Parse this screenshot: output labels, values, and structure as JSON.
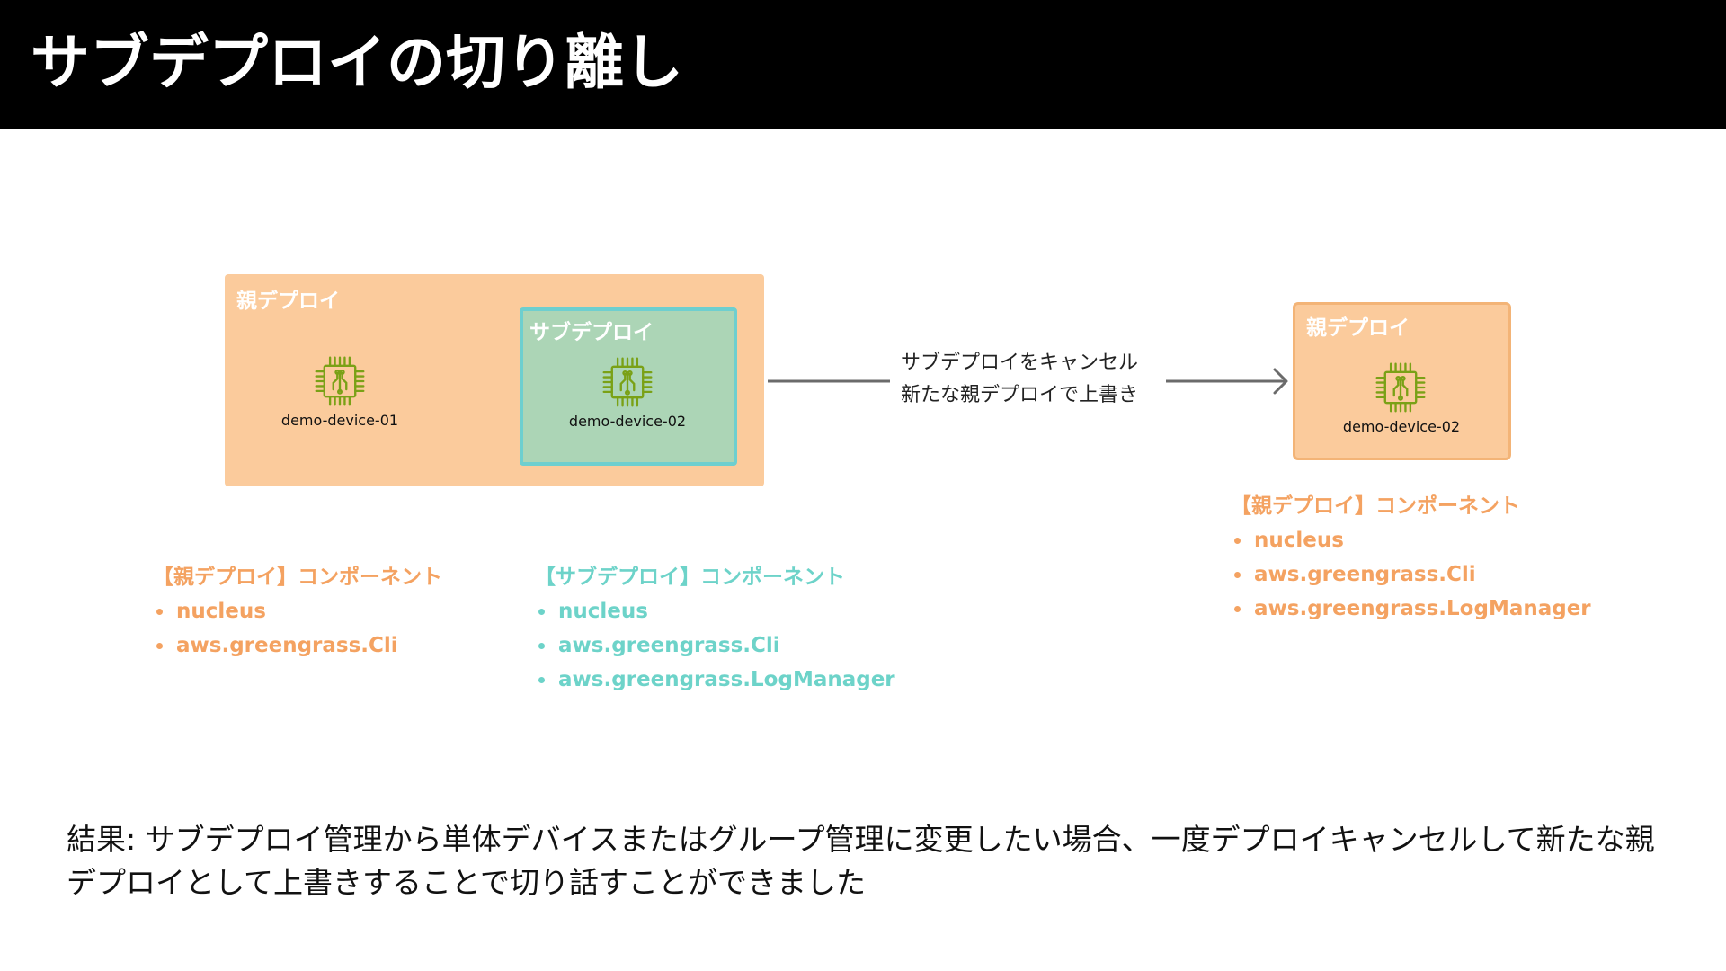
{
  "slide": {
    "title": "サブデプロイの切り離し"
  },
  "diagram": {
    "left_parent_label": "親デプロイ",
    "left_sub_label": "サブデプロイ",
    "device_left_1": "demo-device-01",
    "device_left_2": "demo-device-02",
    "arrow_text_line1": "サブデプロイをキャンセル",
    "arrow_text_line2": "新たな親デプロイで上書き",
    "right_parent_label": "親デプロイ",
    "device_right": "demo-device-02"
  },
  "components": {
    "left_parent": {
      "heading": "【親デプロイ】コンポーネント",
      "items": [
        "nucleus",
        "aws.greengrass.Cli"
      ]
    },
    "left_sub": {
      "heading": "【サブデプロイ】コンポーネント",
      "items": [
        "nucleus",
        "aws.greengrass.Cli",
        "aws.greengrass.LogManager"
      ]
    },
    "right_parent": {
      "heading": "【親デプロイ】コンポーネント",
      "items": [
        "nucleus",
        "aws.greengrass.Cli",
        "aws.greengrass.LogManager"
      ]
    }
  },
  "result_text": "結果: サブデプロイ管理から単体デバイスまたはグループ管理に変更したい場合、一度デプロイキャンセルして新たな親デプロイとして上書きすることで切り話すことができました",
  "icons": {
    "device": "iot-device-chip-icon",
    "arrow": "arrow-right-icon"
  },
  "colors": {
    "parent_fill": "#fbcb9c",
    "sub_fill": "#acd5b6",
    "sub_border": "#6ecfcf",
    "chip_green": "#7aa116",
    "parent_text": "#f4a261",
    "sub_text": "#6dd3c9",
    "header_bg": "#000000"
  }
}
